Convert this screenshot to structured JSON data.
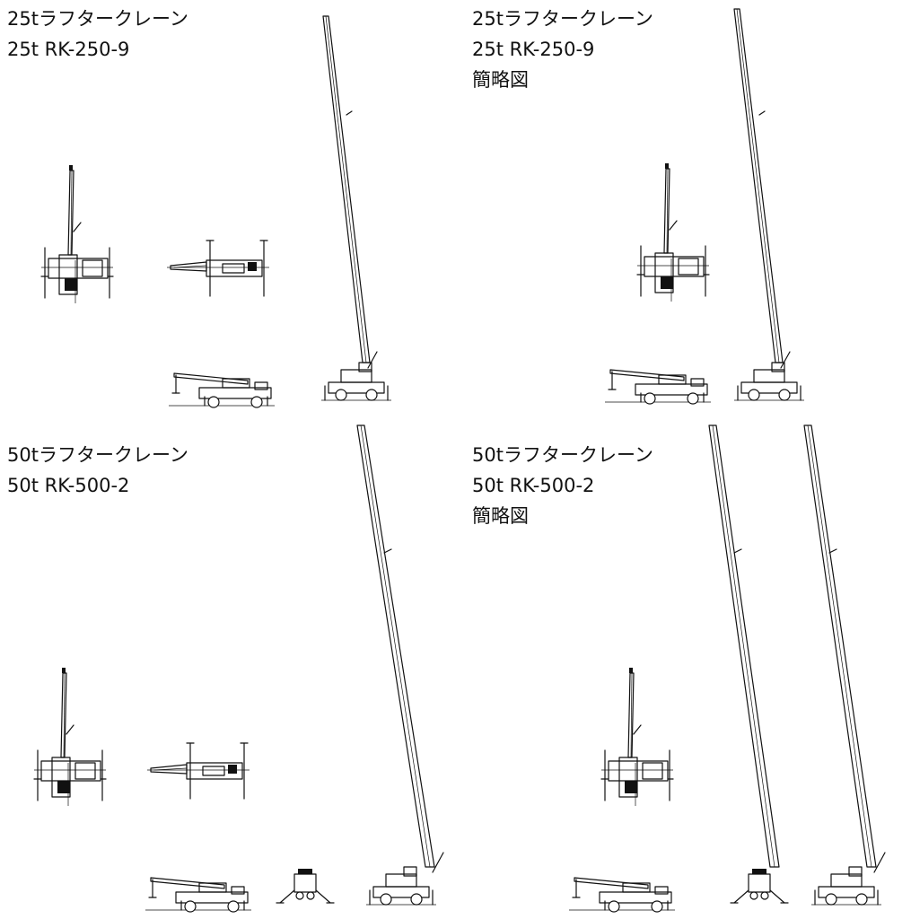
{
  "panels": [
    {
      "title": "25tラフタークレーン",
      "model": "25t RK-250-9",
      "note": ""
    },
    {
      "title": "25tラフタークレーン",
      "model": "25t RK-250-9",
      "note": "簡略図"
    },
    {
      "title": "50tラフタークレーン",
      "model": "50t RK-500-2",
      "note": ""
    },
    {
      "title": "50tラフタークレーン",
      "model": "50t RK-500-2",
      "note": "簡略図"
    }
  ]
}
